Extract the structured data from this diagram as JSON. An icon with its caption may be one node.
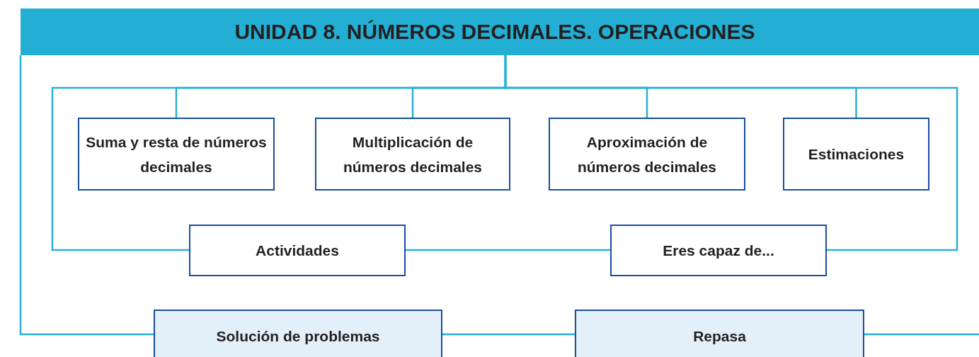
{
  "diagram": {
    "nodes": [
      {
        "text": [
          "UNIDAD 8. NÚMEROS DECIMALES. OPERACIONES"
        ]
      },
      {
        "text": [
          "Suma y resta de números decimales"
        ]
      },
      {
        "text": [
          "Multiplicación de números decimales"
        ]
      },
      {
        "text": [
          "Aproximación de números decimales"
        ]
      },
      {
        "text": [
          "Estimaciones"
        ]
      },
      {
        "text": [
          "Actividades"
        ]
      },
      {
        "text": [
          "Eres capaz de..."
        ]
      },
      {
        "text": [
          "Solución de problemas"
        ]
      },
      {
        "text": [
          "Repasa"
        ]
      }
    ],
    "edges": [
      {
        "from": 0,
        "to": 1,
        "arrow": "none"
      },
      {
        "from": 0,
        "to": 2,
        "arrow": "none"
      },
      {
        "from": 0,
        "to": 3,
        "arrow": "none"
      },
      {
        "from": 0,
        "to": 4,
        "arrow": "none"
      },
      {
        "from": 0,
        "to": 5,
        "arrow": "none"
      },
      {
        "from": 0,
        "to": 6,
        "arrow": "none"
      },
      {
        "from": 5,
        "to": 6,
        "arrow": "none"
      },
      {
        "from": 0,
        "to": 7,
        "arrow": "none"
      },
      {
        "from": 7,
        "to": 8,
        "arrow": "none"
      },
      {
        "from": 8,
        "to": null,
        "arrow": "none"
      }
    ]
  }
}
